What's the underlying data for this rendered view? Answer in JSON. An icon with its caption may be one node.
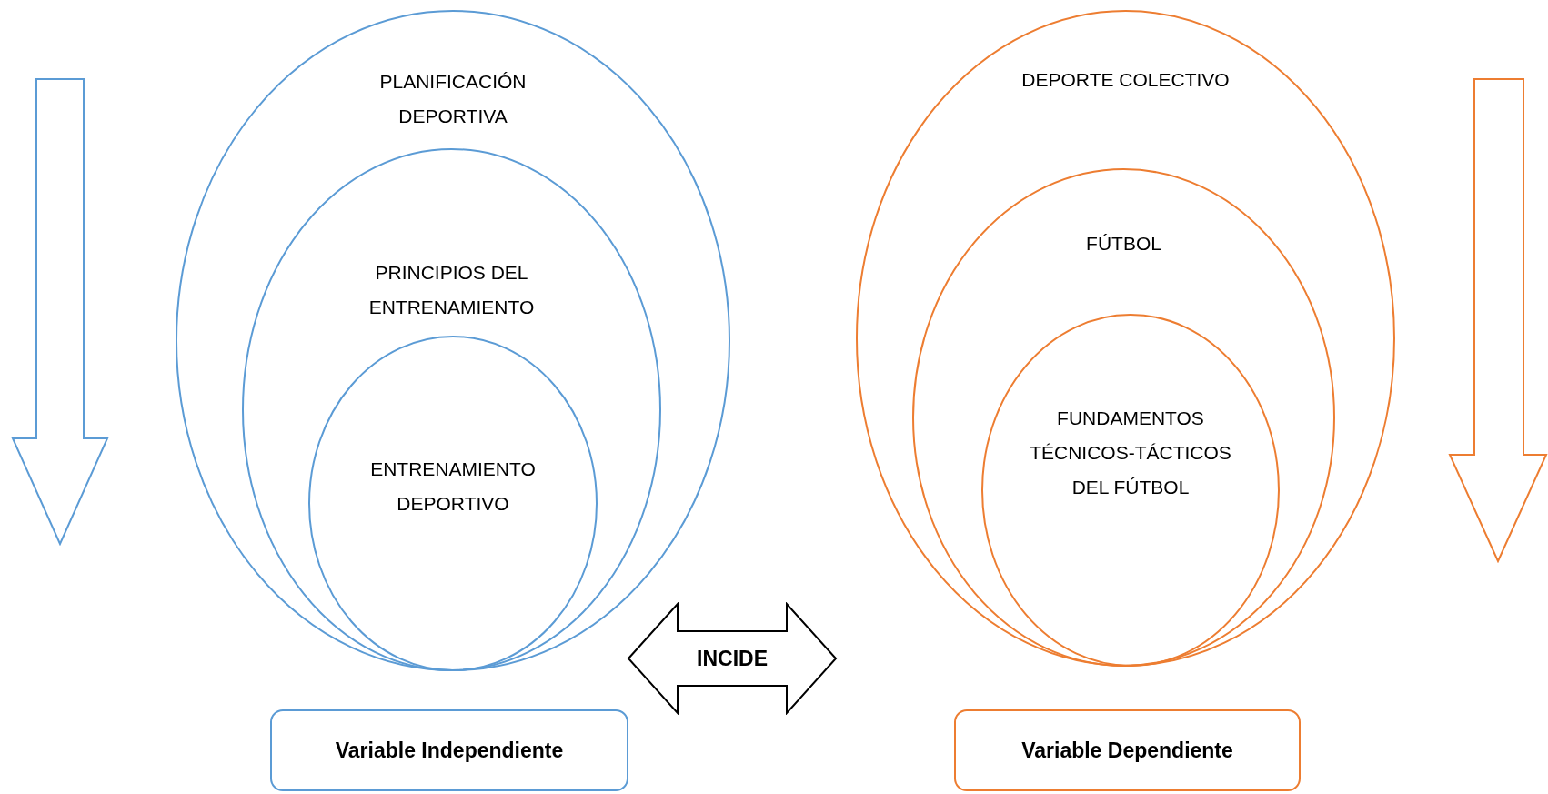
{
  "diagram": {
    "nodes": [
      {
        "text": [
          "PLANIFICACIÓN DEPORTIVA"
        ]
      },
      {
        "text": [
          "PRINCIPIOS DEL ENTRENAMIENTO"
        ],
        "in": 0
      },
      {
        "text": [
          "ENTRENAMIENTO DEPORTIVO"
        ],
        "in": 1
      },
      {
        "text": [
          "DEPORTE COLECTIVO"
        ]
      },
      {
        "text": [
          "FÚTBOL"
        ],
        "in": 3
      },
      {
        "text": [
          "FUNDAMENTOS TÉCNICOS-TÁCTICOS DEL FÚTBOL"
        ],
        "in": 4
      },
      {
        "text": [
          "Variable Independiente"
        ]
      },
      {
        "text": [
          "Variable Dependiente"
        ]
      }
    ],
    "edges": [
      {
        "from": 0,
        "to": 3,
        "arrow": "both",
        "label": "INCIDE"
      }
    ]
  }
}
